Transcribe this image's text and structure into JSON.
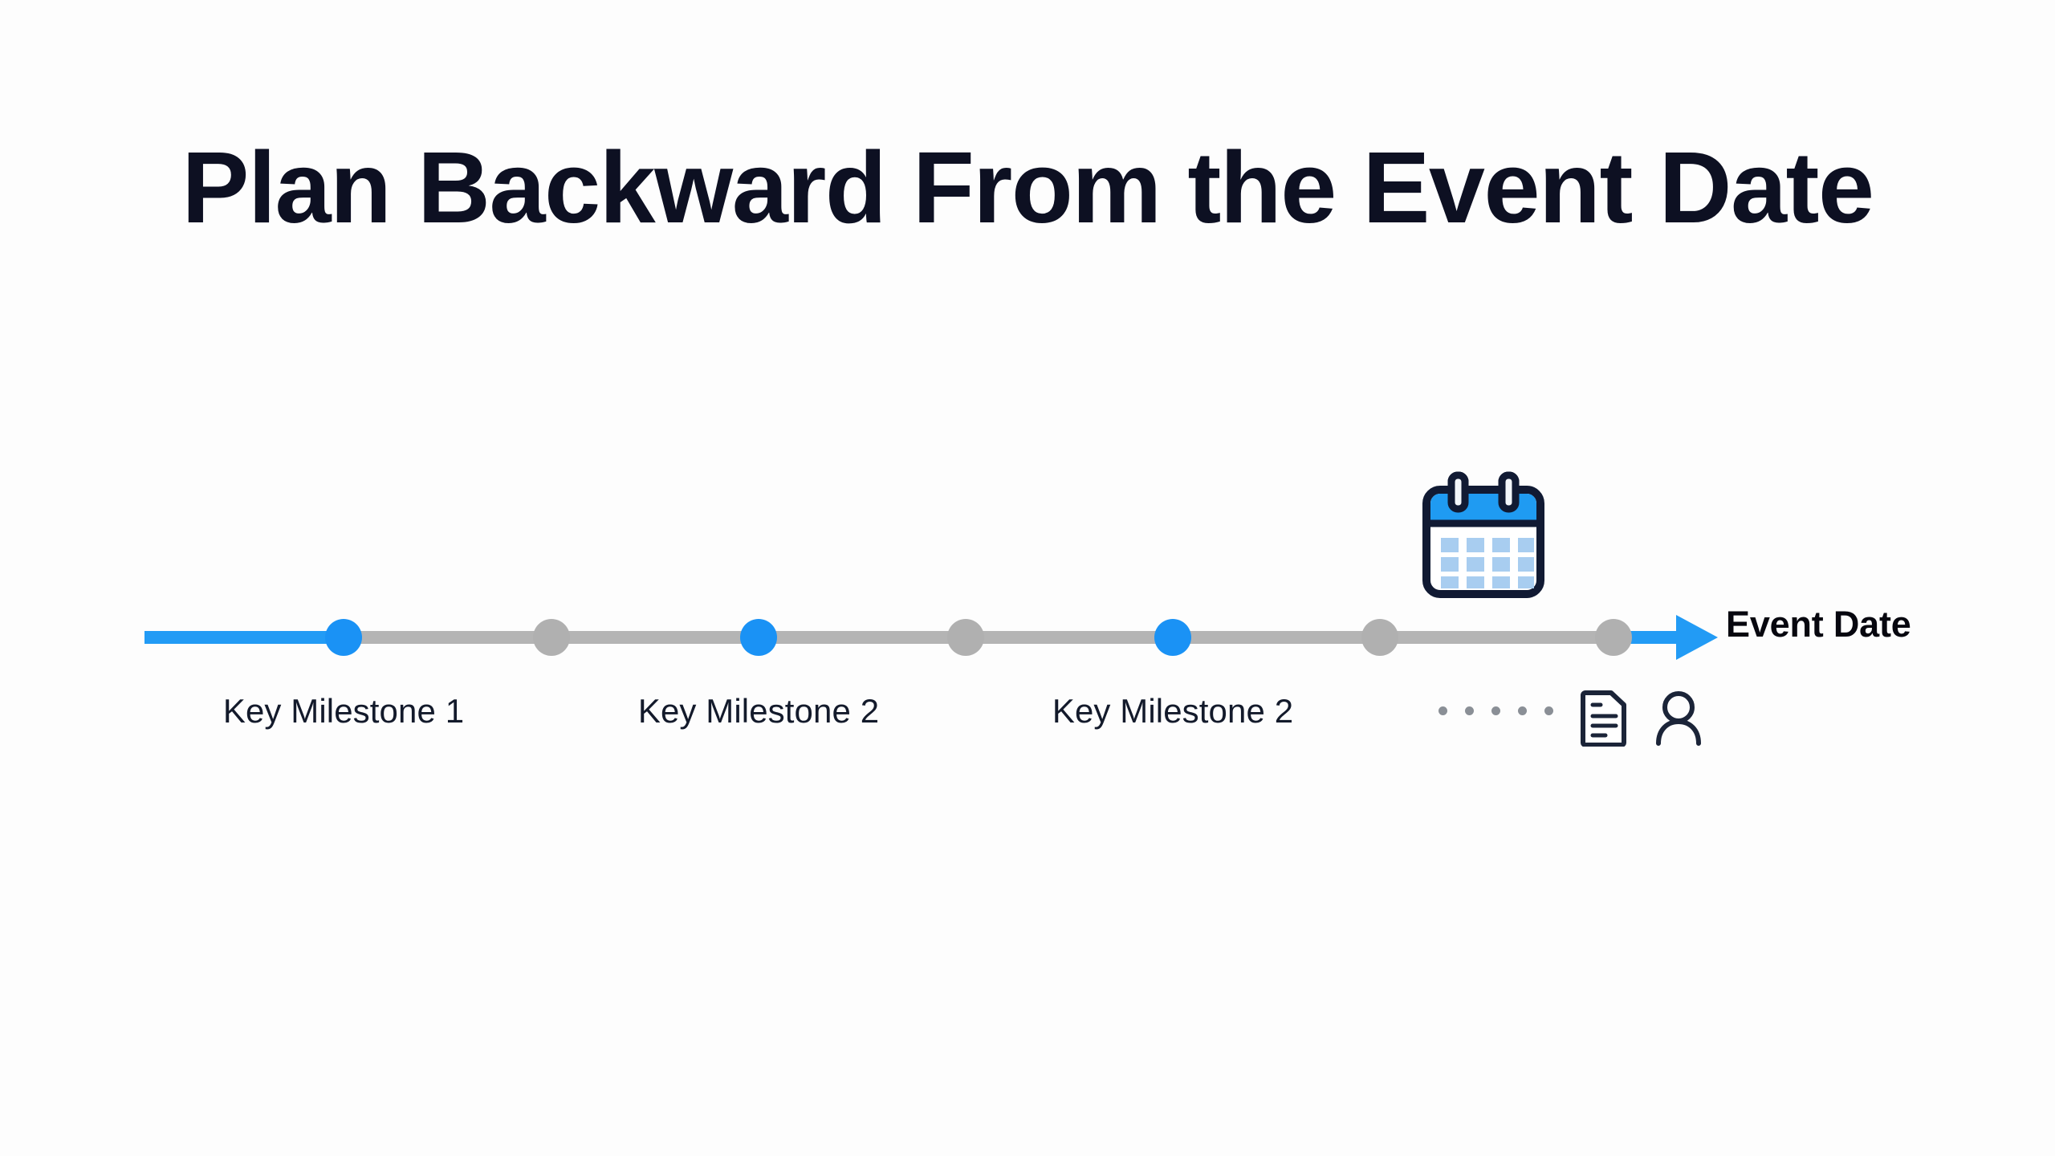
{
  "slide": {
    "background_color": "#fdfdfd",
    "title": "Plan Backward From the Event Date",
    "title_color": "#0d1022"
  },
  "timeline": {
    "accent_color": "#1a92f5",
    "muted_color": "#b0b0b0",
    "end_label": "Event Date",
    "nodes": [
      {
        "id": "node-1",
        "state": "active",
        "color": "#1a92f5",
        "label": "Key Milestone 1"
      },
      {
        "id": "node-2",
        "state": "inactive",
        "color": "#b0b0b0",
        "label": ""
      },
      {
        "id": "node-3",
        "state": "active",
        "color": "#1a92f5",
        "label": "Key Milestone 2"
      },
      {
        "id": "node-4",
        "state": "inactive",
        "color": "#b0b0b0",
        "label": ""
      },
      {
        "id": "node-5",
        "state": "active",
        "color": "#1a92f5",
        "label": "Key Milestone 2"
      },
      {
        "id": "node-6",
        "state": "inactive",
        "color": "#b0b0b0",
        "label": ""
      },
      {
        "id": "node-7",
        "state": "inactive",
        "color": "#b0b0b0",
        "label": ""
      }
    ],
    "milestone_labels": [
      "Key Milestone 1",
      "Key Milestone 2",
      "Key Milestone 2"
    ],
    "ellipsis_dot_count": 5
  },
  "icons": {
    "calendar": {
      "name": "calendar-icon",
      "outline_color": "#111a33",
      "header_color": "#1f9bf2",
      "cell_color": "#a8cdf0",
      "grid_columns": 4,
      "grid_rows": 3
    },
    "document": {
      "name": "document-icon",
      "outline_color": "#1b2438"
    },
    "person": {
      "name": "person-icon",
      "outline_color": "#1b2438"
    }
  }
}
